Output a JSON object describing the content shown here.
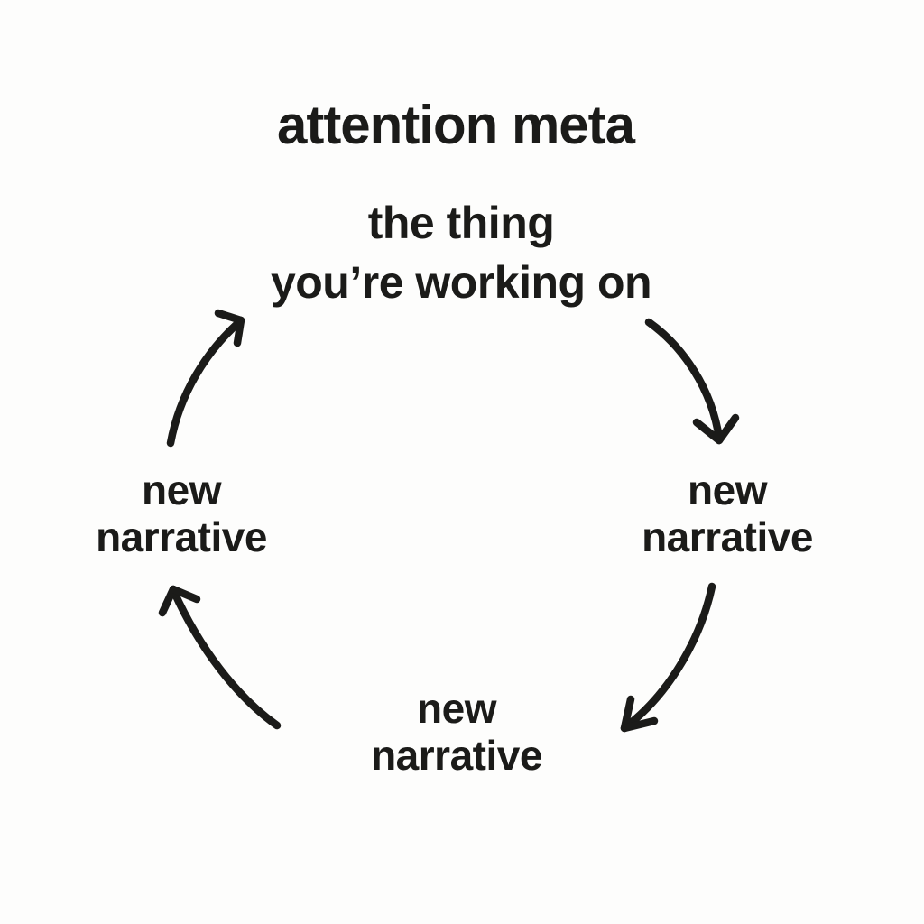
{
  "colors": {
    "ink": "#1b1b19",
    "background": "#fdfdfc"
  },
  "diagram": {
    "title": "attention meta",
    "type": "cycle",
    "nodes": {
      "top": "the thing\nyou’re working on",
      "right": "new\nnarrative",
      "bottom": "new\nnarrative",
      "left": "new\nnarrative"
    },
    "arrows": [
      {
        "from": "top",
        "to": "right",
        "direction": "clockwise"
      },
      {
        "from": "right",
        "to": "bottom",
        "direction": "clockwise"
      },
      {
        "from": "bottom",
        "to": "left",
        "direction": "clockwise"
      },
      {
        "from": "left",
        "to": "top",
        "direction": "clockwise"
      }
    ]
  }
}
